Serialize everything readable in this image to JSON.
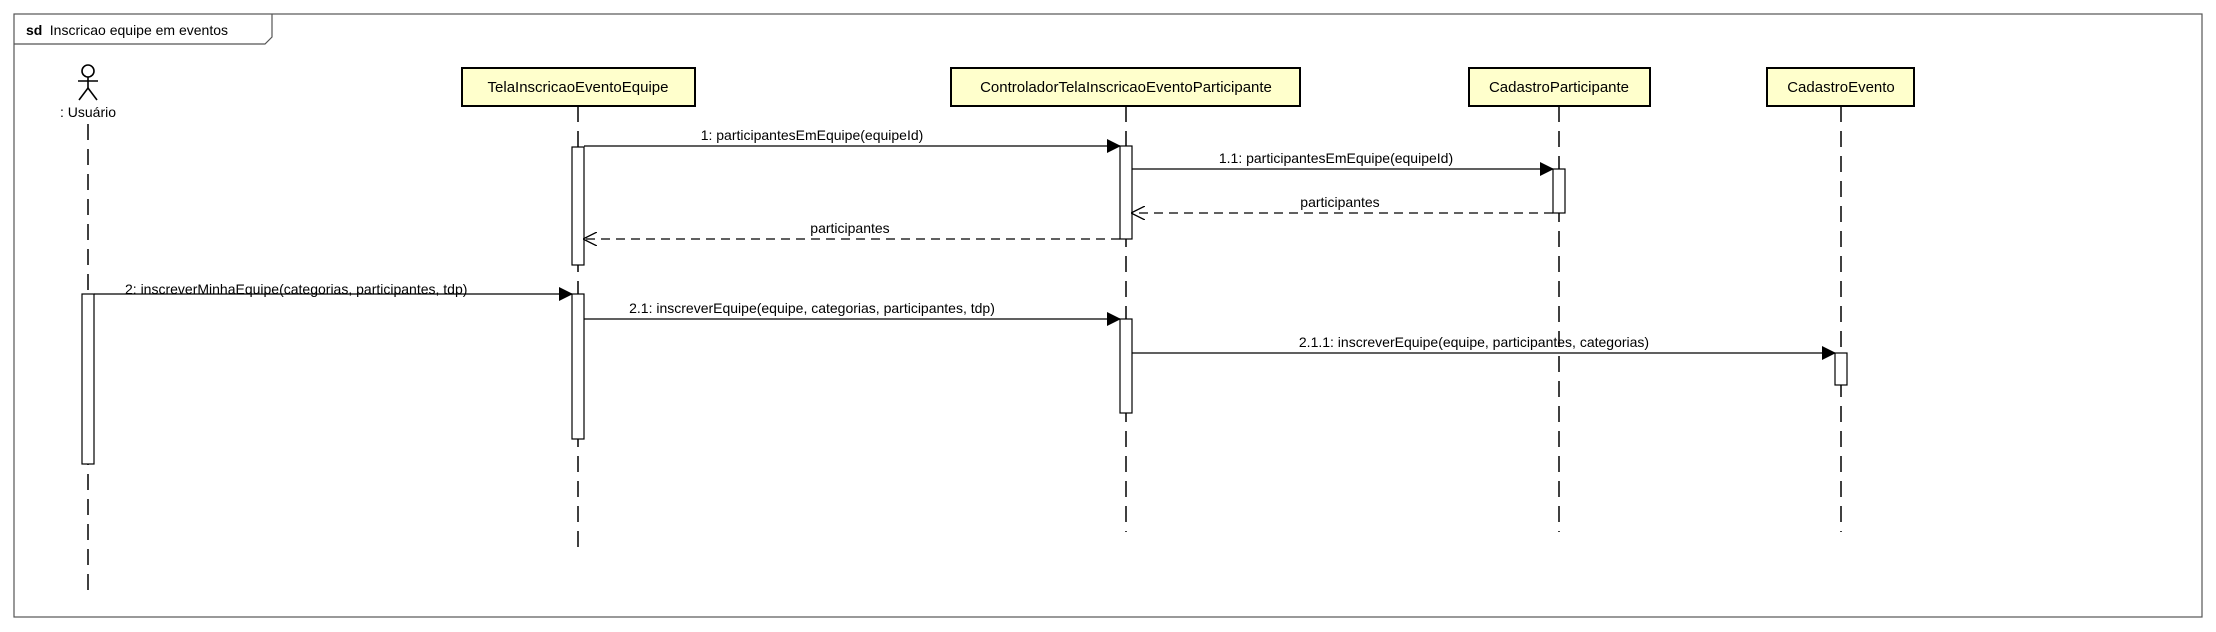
{
  "frame": {
    "keyword": "sd",
    "title": "Inscricao equipe em eventos"
  },
  "actor": {
    "label": ": Usuário"
  },
  "lifelines": [
    {
      "name": "TelaInscricaoEventoEquipe"
    },
    {
      "name": "ControladorTelaInscricaoEventoParticipante"
    },
    {
      "name": "CadastroParticipante"
    },
    {
      "name": "CadastroEvento"
    }
  ],
  "messages": [
    {
      "label": "1: participantesEmEquipe(equipeId)",
      "kind": "sync"
    },
    {
      "label": "1.1: participantesEmEquipe(equipeId)",
      "kind": "sync"
    },
    {
      "label": "participantes",
      "kind": "return"
    },
    {
      "label": "participantes",
      "kind": "return"
    },
    {
      "label": "2: inscreverMinhaEquipe(categorias, participantes, tdp)",
      "kind": "sync"
    },
    {
      "label": "2.1: inscreverEquipe(equipe, categorias, participantes, tdp)",
      "kind": "sync"
    },
    {
      "label": "2.1.1: inscreverEquipe(equipe, participantes, categorias)",
      "kind": "sync"
    }
  ],
  "colors": {
    "lifeline_head_fill": "#ffffcc",
    "line": "#000000",
    "frame_border": "#555555",
    "background": "#ffffff"
  }
}
